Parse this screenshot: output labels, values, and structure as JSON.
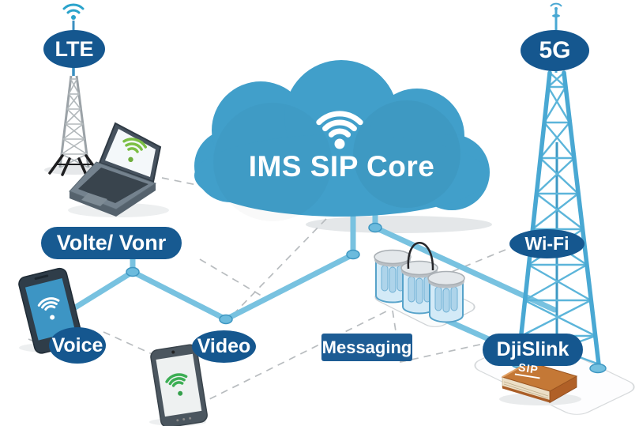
{
  "title": {
    "text": "IMS SIP Core"
  },
  "nodes": {
    "lte": {
      "label": "LTE"
    },
    "five_g": {
      "label": "5G"
    },
    "volte_vonr": {
      "label": "Volte/ Vonr"
    },
    "wifi": {
      "label": "Wi-Fi"
    },
    "voice": {
      "label": "Voice"
    },
    "video": {
      "label": "Video"
    },
    "messaging": {
      "label": "Messaging"
    },
    "djislink": {
      "label": "DjiSlink"
    },
    "sip_book": {
      "label": "SIP"
    }
  },
  "icons": {
    "cloud": "wifi-icon",
    "lte_tower_top": "wifi-antenna-icon",
    "five_g_tower_top": "antenna-icon",
    "laptop_screen": "wifi-icon-green",
    "phone_voice_screen": "wifi-icon-white",
    "phone_video_screen": "wifi-icon-green"
  },
  "colors": {
    "cloud_blue": "#419fca",
    "label_navy": "#15578f",
    "line_blue": "#78c2e0",
    "tower_blue": "#49a8d3",
    "tower_gray": "#9ba2a7",
    "wifi_green_laptop": "#7cbf44",
    "wifi_green_phone": "#3cae54",
    "book_orange": "#c47836",
    "dash_gray": "#b8bcbf"
  }
}
